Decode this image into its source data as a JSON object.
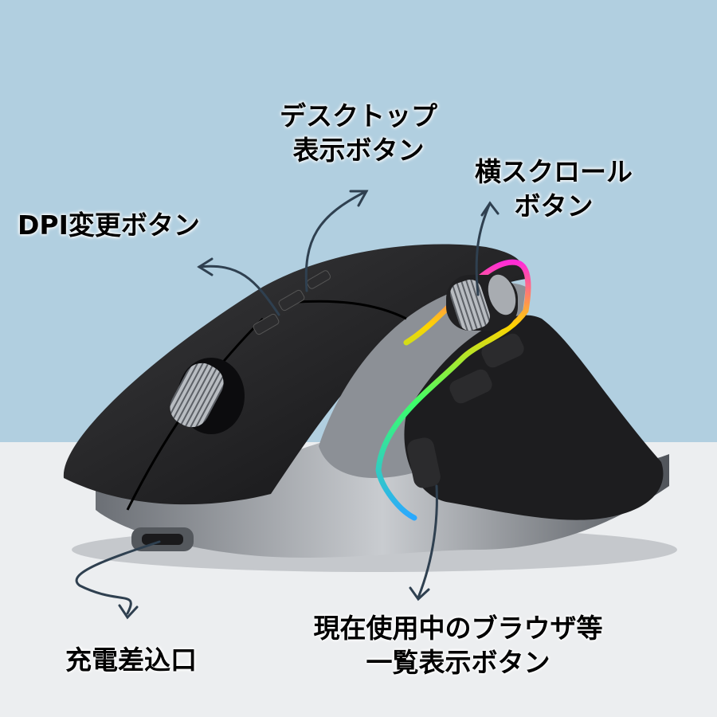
{
  "labels": {
    "desktop_button": [
      "デスクトップ",
      "表示ボタン"
    ],
    "hscroll_button": [
      "横スクロール",
      "ボタン"
    ],
    "dpi_button": "DPI変更ボタン",
    "charge_port": "充電差込口",
    "browser_list_button": [
      "現在使用中のブラウザ等",
      "一覧表示ボタン"
    ]
  },
  "colors": {
    "background_top": "#b1cfe0",
    "background_bottom": "#eceef0",
    "mouse_body": "#1c1c1e",
    "rgb_light": [
      "#ff2bd6",
      "#ffd400",
      "#3cff6a",
      "#2aa8ff"
    ]
  }
}
